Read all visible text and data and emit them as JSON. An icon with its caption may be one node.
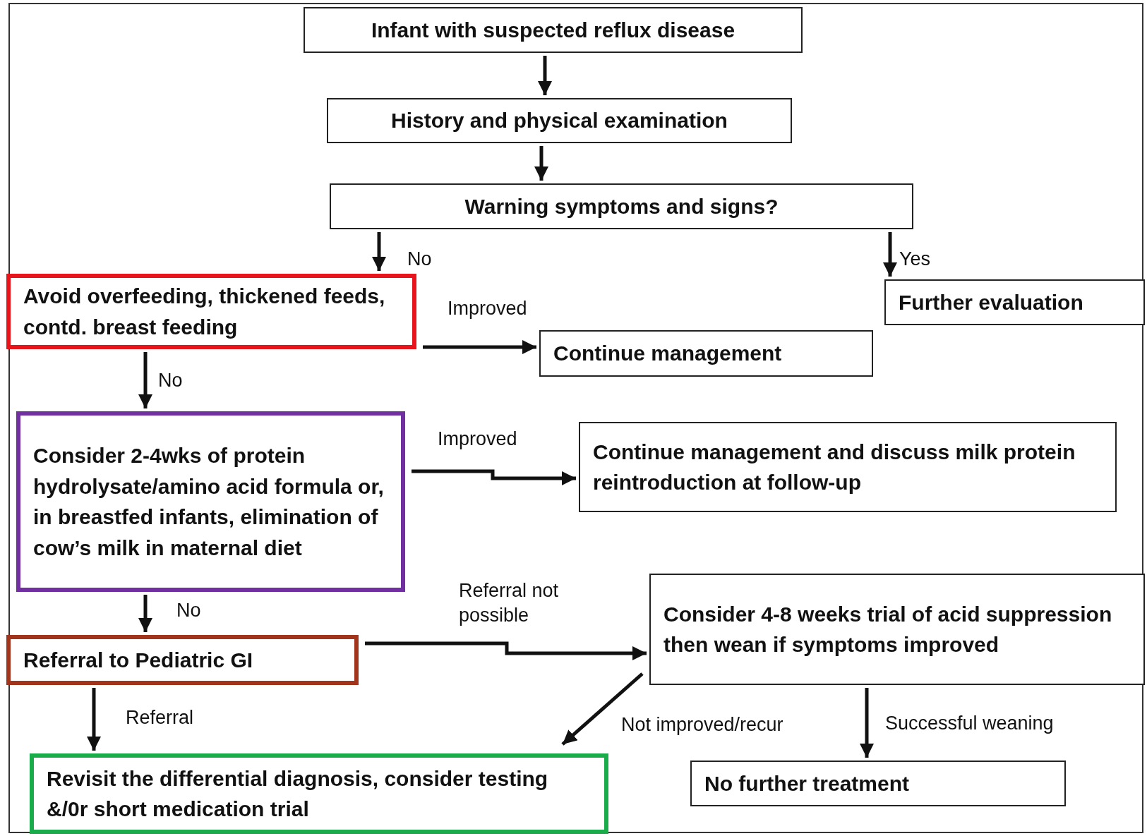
{
  "diagram": {
    "nodes": [
      {
        "text": [
          "Infant with suspected reflux disease"
        ]
      },
      {
        "text": [
          "History and physical examination"
        ]
      },
      {
        "text": [
          "Warning symptoms and signs?"
        ]
      },
      {
        "text": [
          "Avoid overfeeding, thickened feeds, contd. breast feeding"
        ]
      },
      {
        "text": [
          "Further evaluation"
        ]
      },
      {
        "text": [
          "Continue management"
        ]
      },
      {
        "text": [
          "Consider 2-4wks of  protein hydrolysate/amino acid formula or, in breastfed infants, elimination of cow’s milk in maternal diet"
        ]
      },
      {
        "text": [
          "Continue management and discuss milk protein reintroduction at follow-up"
        ]
      },
      {
        "text": [
          "Consider 4-8 weeks trial of acid suppression then wean if symptoms improved"
        ]
      },
      {
        "text": [
          "Referral to Pediatric GI"
        ]
      },
      {
        "text": [
          "Revisit the differential diagnosis, consider testing &/0r  short medication trial"
        ]
      },
      {
        "text": [
          "No further treatment"
        ]
      }
    ],
    "edges": [
      {
        "from": 0,
        "to": 1,
        "arrow": "to"
      },
      {
        "from": 1,
        "to": 2,
        "arrow": "to"
      },
      {
        "from": 2,
        "to": 3,
        "arrow": "to",
        "label": "No"
      },
      {
        "from": 2,
        "to": 4,
        "arrow": "to",
        "label": "Yes"
      },
      {
        "from": 3,
        "to": 5,
        "arrow": "to",
        "label": "Improved"
      },
      {
        "from": 3,
        "to": 6,
        "arrow": "to",
        "label": "No"
      },
      {
        "from": 6,
        "to": 7,
        "arrow": "to",
        "label": "Improved"
      },
      {
        "from": 6,
        "to": 9,
        "arrow": "to",
        "label": "No"
      },
      {
        "from": 9,
        "to": 8,
        "arrow": "to",
        "label": "Referral not possible"
      },
      {
        "from": 9,
        "to": 10,
        "arrow": "to",
        "label": "Referral"
      },
      {
        "from": 8,
        "to": 10,
        "arrow": "to",
        "label": "Not improved/recur"
      },
      {
        "from": 8,
        "to": 11,
        "arrow": "to",
        "label": "Successful weaning"
      }
    ]
  }
}
